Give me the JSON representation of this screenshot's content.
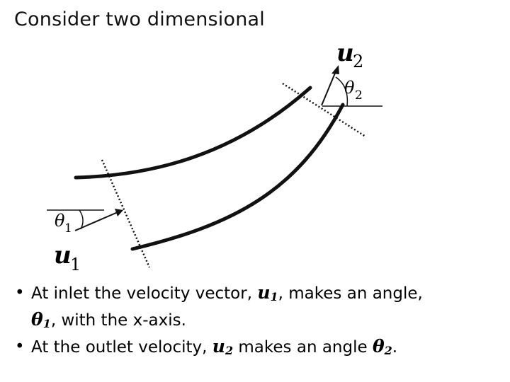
{
  "slide": {
    "title": "Consider two dimensional"
  },
  "figure": {
    "labels": {
      "u2": {
        "base": "u",
        "sub": "2"
      },
      "theta2": {
        "base": "θ",
        "sub": "2"
      },
      "theta1": {
        "base": "θ",
        "sub": "1"
      },
      "u1": {
        "base": "u",
        "sub": "1"
      }
    }
  },
  "bullets": [
    {
      "pre": "At inlet the velocity vector, ",
      "sym1": {
        "base": "u",
        "sub": "1"
      },
      "mid": ", makes an angle,",
      "sym2": {
        "base": "θ",
        "sub": "1"
      },
      "post": ", with the x-axis."
    },
    {
      "pre": "At the outlet velocity, ",
      "sym1": {
        "base": "u",
        "sub": "2"
      },
      "mid": " makes an angle ",
      "sym2": {
        "base": "θ",
        "sub": "2"
      },
      "post": "."
    }
  ]
}
